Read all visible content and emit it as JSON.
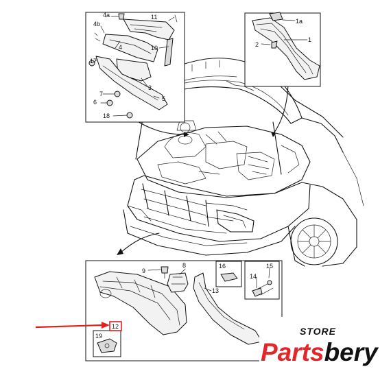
{
  "callouts": {
    "top_left": [
      "4a",
      "11",
      "4b",
      "4",
      "10",
      "17",
      "3",
      "7",
      "5",
      "6",
      "18"
    ],
    "top_right": [
      "1a",
      "1",
      "2"
    ],
    "bottom": [
      "9",
      "8",
      "16",
      "15",
      "14",
      "13",
      "12",
      "19"
    ]
  },
  "highlight": {
    "label": "12",
    "color": "#e02020"
  },
  "logo": {
    "store": "STORE",
    "brand_part1": "Parts",
    "brand_part2": "bery",
    "color1": "#e3262a",
    "color2": "#111111"
  }
}
